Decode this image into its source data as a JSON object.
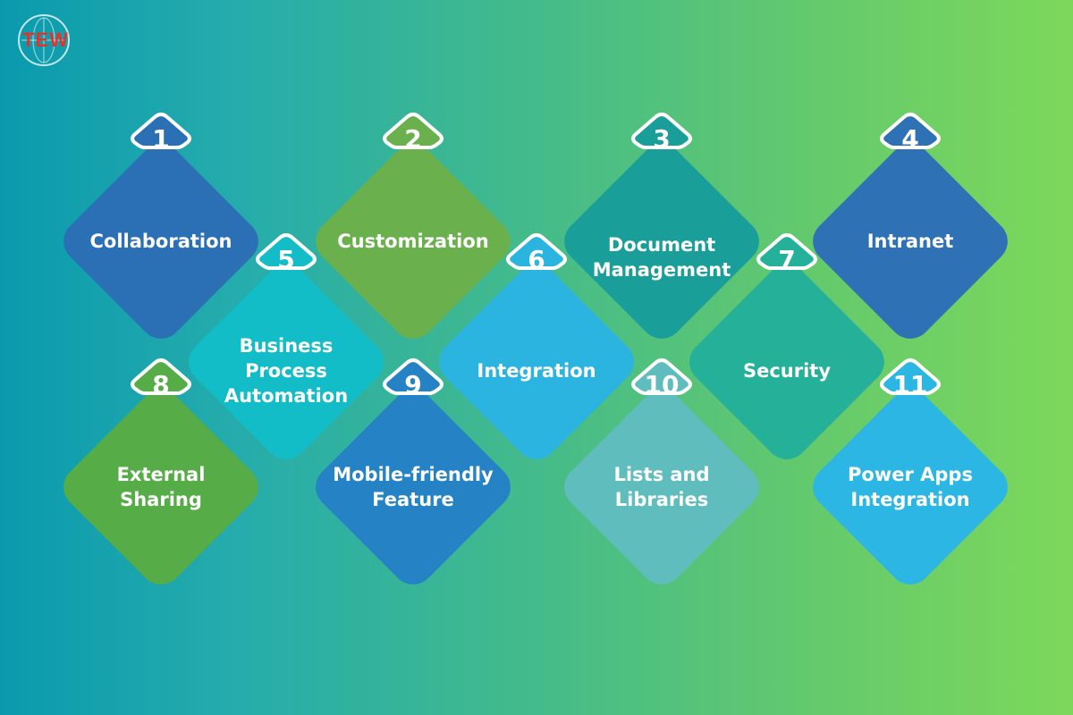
{
  "logo": {
    "text": "TEW"
  },
  "items": [
    {
      "number": "1",
      "label": "Collaboration",
      "color": "#2b6fb5"
    },
    {
      "number": "2",
      "label": "Customization",
      "color": "#6ab04c"
    },
    {
      "number": "3",
      "label": "Document\nManagement",
      "color": "#1a9e9a"
    },
    {
      "number": "4",
      "label": "Intranet",
      "color": "#2e72b5"
    },
    {
      "number": "5",
      "label": "Business\nProcess\nAutomation",
      "color": "#12bdc8"
    },
    {
      "number": "6",
      "label": "Integration",
      "color": "#2bb4e0"
    },
    {
      "number": "7",
      "label": "Security",
      "color": "#25b199"
    },
    {
      "number": "8",
      "label": "External\nSharing",
      "color": "#56ac47"
    },
    {
      "number": "9",
      "label": "Mobile-friendly\nFeature",
      "color": "#2482c5"
    },
    {
      "number": "10",
      "label": "Lists and\nLibraries",
      "color": "#5fbdbd"
    },
    {
      "number": "11",
      "label": "Power Apps\nIntegration",
      "color": "#2bb6e3"
    }
  ]
}
